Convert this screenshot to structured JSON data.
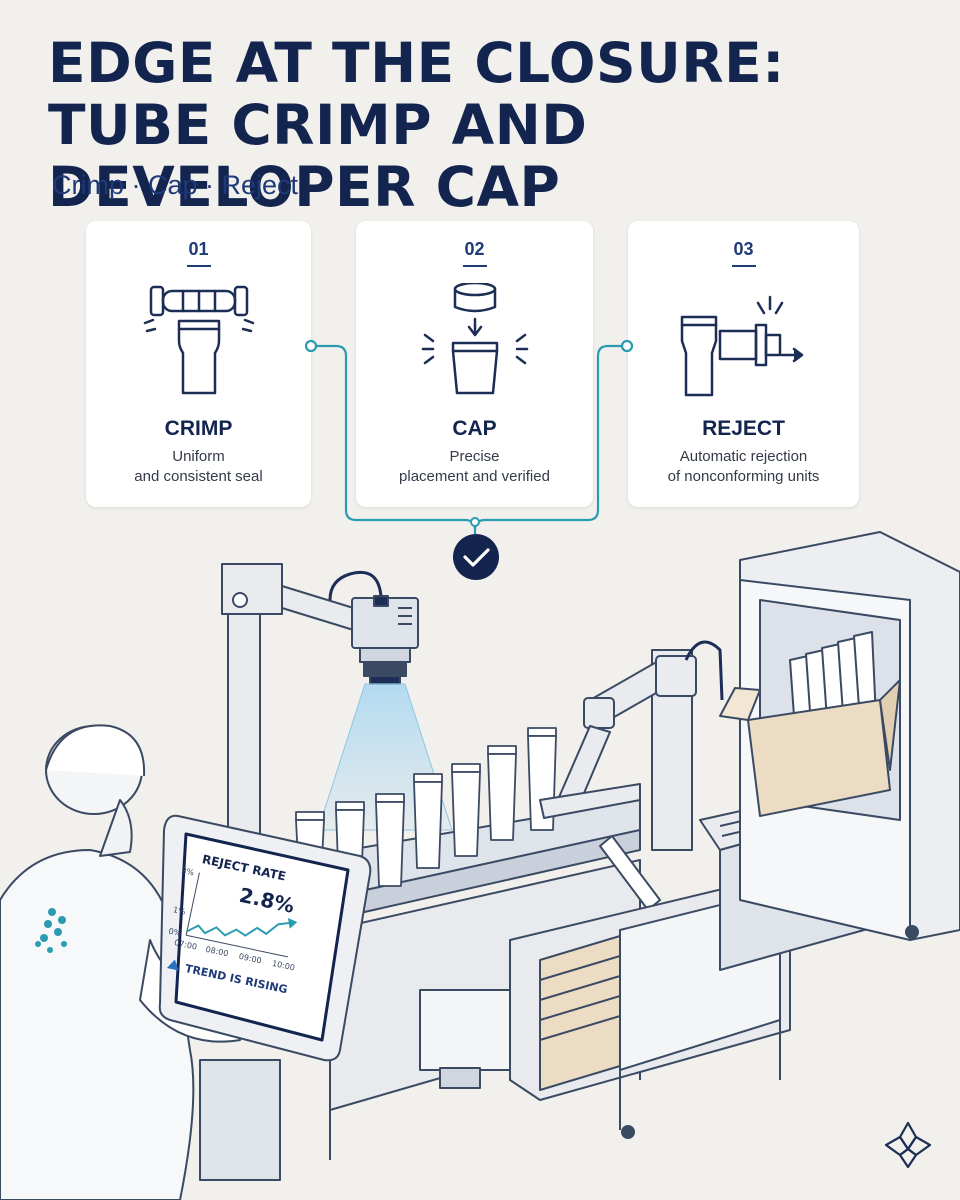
{
  "title_line1": "EDGE AT THE CLOSURE:",
  "title_line2": "TUBE CRIMP AND DEVELOPER CAP",
  "subtitle": "Crimp · Cap · Reject",
  "steps": [
    {
      "number": "01",
      "heading": "CRIMP",
      "desc_line1": "Uniform",
      "desc_line2": "and consistent seal",
      "icon": "crimp-roller-tube-icon"
    },
    {
      "number": "02",
      "heading": "CAP",
      "desc_line1": "Precise",
      "desc_line2": "placement and verified",
      "icon": "cap-placement-icon"
    },
    {
      "number": "03",
      "heading": "REJECT",
      "desc_line1": "Automatic rejection",
      "desc_line2": "of nonconforming units",
      "icon": "reject-pusher-icon"
    }
  ],
  "hmi": {
    "title": "REJECT RATE",
    "value": "2.8%",
    "y_ticks": [
      "3%",
      "1%",
      "0%"
    ],
    "x_ticks": [
      "07:00",
      "08:00",
      "09:00",
      "10:00"
    ],
    "alert": "TREND IS RISING",
    "alert_icon": "warning-icon"
  },
  "colors": {
    "navy": "#13244f",
    "teal": "#2a9bb0",
    "beam": "#9fd3f2",
    "box": "#ecdcc4"
  }
}
